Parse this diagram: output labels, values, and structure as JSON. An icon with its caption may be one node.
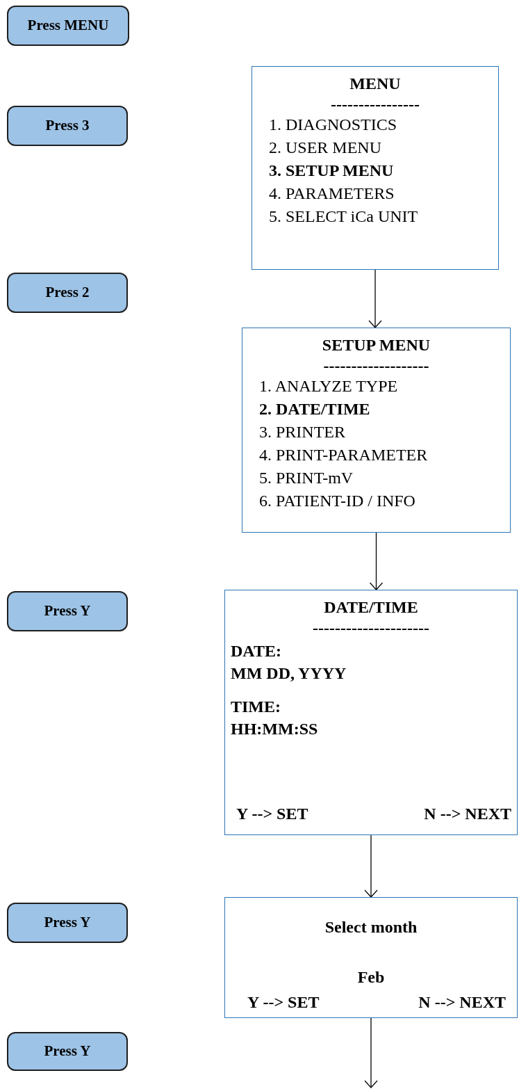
{
  "diagram": {
    "nodes": [
      {
        "text": [
          "Press MENU"
        ]
      },
      {
        "text": [
          "MENU",
          "----------------",
          "1. DIAGNOSTICS",
          "2. USER MENU",
          "**3. SETUP MENU**",
          "4. PARAMETERS",
          "5. SELECT iCa UNIT"
        ]
      },
      {
        "text": [
          "Press 3"
        ]
      },
      {
        "text": [
          "Press 2"
        ]
      },
      {
        "text": [
          "SETUP MENU",
          "-------------------",
          "1. ANALYZE TYPE",
          "**2. DATE/TIME**",
          "3. PRINTER",
          "4. PRINT-PARAMETER",
          "5. PRINT-mV",
          "6. PATIENT-ID / INFO"
        ]
      },
      {
        "text": [
          "DATE/TIME",
          "---------------------",
          "DATE:",
          "MM DD, YYYY",
          "TIME:",
          "HH:MM:SS",
          "Y --> SET",
          "N --> NEXT"
        ]
      },
      {
        "text": [
          "Press Y"
        ]
      },
      {
        "text": [
          "Select month",
          "Feb",
          "Y --> SET",
          "N --> NEXT"
        ]
      },
      {
        "text": [
          "Press Y"
        ]
      },
      {
        "text": [
          "Press Y"
        ]
      }
    ],
    "edges": [
      {
        "from": 1,
        "to": 4,
        "arrow": "to"
      },
      {
        "from": 4,
        "to": 5,
        "arrow": "to"
      },
      {
        "from": 5,
        "to": 7,
        "arrow": "to"
      },
      {
        "from": 7,
        "to": null,
        "arrow": "to"
      }
    ]
  }
}
